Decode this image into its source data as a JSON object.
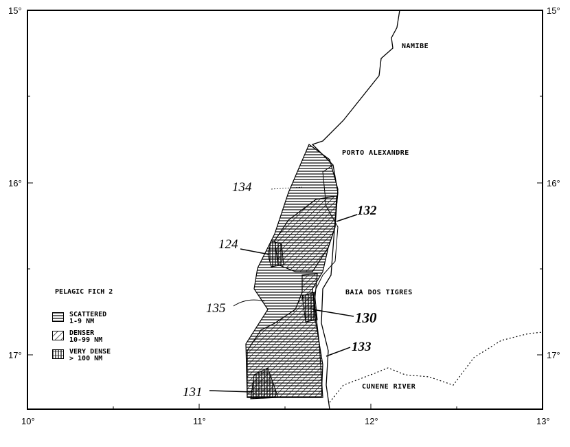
{
  "axes": {
    "lon_ticks": [
      "10°",
      "11°",
      "12°",
      "13°"
    ],
    "lat_ticks_left": [
      "15°",
      "16°",
      "17°"
    ],
    "lat_ticks_right": [
      "15°",
      "16°",
      "17°"
    ]
  },
  "places": {
    "namibe": "NAMIBE",
    "porto_alexandre": "PORTO ALEXANDRE",
    "baia_dos_tigres": "BAIA DOS TIGRES",
    "cunene_river": "CUNENE RIVER"
  },
  "legend": {
    "title": "PELAGIC  FICH  2",
    "items": [
      {
        "label": "SCATTERED",
        "range": "1-9 NM",
        "pattern": "horizontal"
      },
      {
        "label": "DENSER",
        "range": "10-99 NM",
        "pattern": "diagonal"
      },
      {
        "label": "VERY  DENSE",
        "range": "> 100 NM",
        "pattern": "vertical"
      }
    ]
  },
  "annotations": [
    "134",
    "132",
    "124",
    "135",
    "130",
    "133",
    "131"
  ]
}
